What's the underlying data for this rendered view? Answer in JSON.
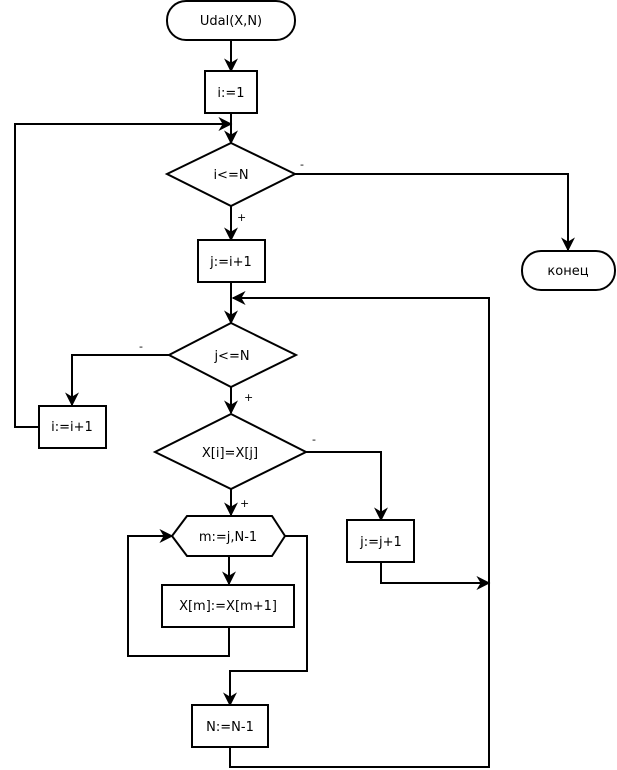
{
  "nodes": {
    "start": "Udal(X,N)",
    "init_i": "i:=1",
    "cond_i": "i<=N",
    "end": "конец",
    "init_j": "j:=i+1",
    "cond_j": "j<=N",
    "inc_i": "i:=i+1",
    "cond_eq": "X[i]=X[j]",
    "inc_j": "j:=j+1",
    "loop_m": "m:=j,N-1",
    "shift": "X[m]:=X[m+1]",
    "dec_n": "N:=N-1"
  },
  "branches": {
    "cond_i_yes": "+",
    "cond_i_no": "-",
    "cond_j_yes": "+",
    "cond_j_no": "-",
    "cond_eq_yes": "+",
    "cond_eq_no": "-"
  },
  "colors": {
    "stroke": "#000000",
    "fill": "#ffffff"
  }
}
